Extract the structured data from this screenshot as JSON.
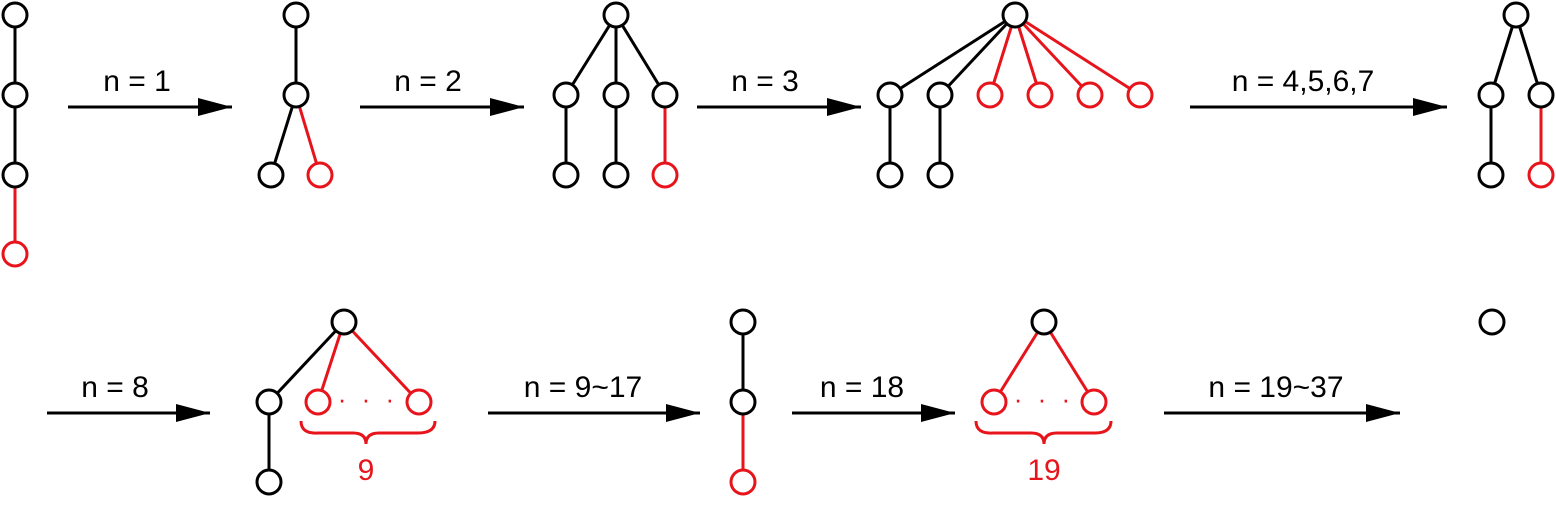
{
  "steps": {
    "s1": "n = 1",
    "s2": "n = 2",
    "s3": "n = 3",
    "s4": "n = 4,5,6,7",
    "s5": "n = 8",
    "s6": "n = 9~17",
    "s7": "n = 18",
    "s8": "n = 19~37"
  },
  "counts": {
    "c1": "9",
    "c2": "19"
  },
  "ellipsis": "· · ·",
  "colors": {
    "black": "#000000",
    "red": "#e8141b"
  }
}
